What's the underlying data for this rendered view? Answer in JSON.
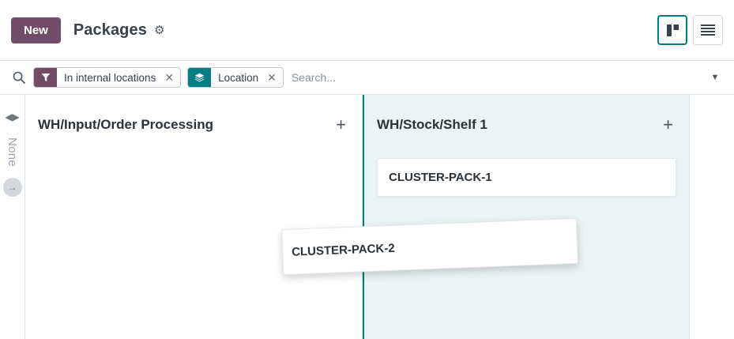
{
  "topbar": {
    "new_label": "New",
    "breadcrumb_title": "Packages",
    "gear_icon": "gear-icon",
    "view_kanban_icon": "kanban-view-icon",
    "view_list_icon": "list-view-icon"
  },
  "search": {
    "icon": "search-icon",
    "placeholder": "Search...",
    "value": "",
    "dropdown_icon": "chevron-down-icon",
    "facets": [
      {
        "label": "In internal locations",
        "icon": "filter-icon",
        "color": "#714b67",
        "remove_icon": "close-icon"
      },
      {
        "label": "Location",
        "icon": "layers-icon",
        "color": "#017e84",
        "remove_icon": "close-icon"
      }
    ]
  },
  "kanban": {
    "group_rail": {
      "collapse_icon": "collapse-icon",
      "label": "None",
      "arrow_icon": "arrow-right-icon"
    },
    "columns": [
      {
        "title": "WH/Input/Order Processing",
        "add_icon": "plus-icon",
        "cards": []
      },
      {
        "title": "WH/Stock/Shelf 1",
        "add_icon": "plus-icon",
        "cards": [
          {
            "title": "CLUSTER-PACK-1"
          }
        ]
      }
    ],
    "dragging_card": {
      "title": "CLUSTER-PACK-2"
    }
  }
}
